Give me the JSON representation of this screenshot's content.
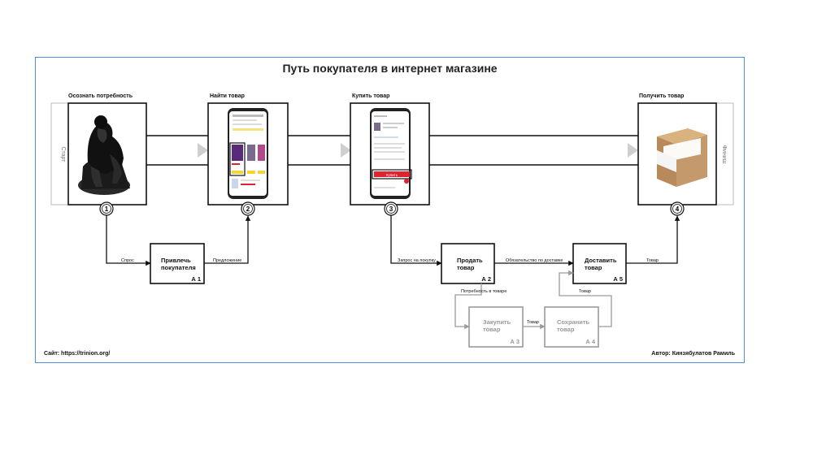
{
  "title": "Путь покупателя в интернет магазине",
  "stages": [
    {
      "label": "Осознать потребность",
      "number": "1"
    },
    {
      "label": "Найти товар",
      "number": "2"
    },
    {
      "label": "Купить товар",
      "number": "3"
    },
    {
      "label": "Получить товар",
      "number": "4"
    }
  ],
  "side_labels": {
    "start": "Старт",
    "finish": "Финиш"
  },
  "buy_button_label": "Купить",
  "functions": [
    {
      "id": "A1",
      "title_line1": "Привлечь",
      "title_line2": "покупателя",
      "code": "А 1"
    },
    {
      "id": "A2",
      "title_line1": "Продать",
      "title_line2": "товар",
      "code": "А 2"
    },
    {
      "id": "A3",
      "title_line1": "Закупить",
      "title_line2": "товар",
      "code": "А 3"
    },
    {
      "id": "A4",
      "title_line1": "Сохранить",
      "title_line2": "товар",
      "code": "А 4"
    },
    {
      "id": "A5",
      "title_line1": "Доставить",
      "title_line2": "товар",
      "code": "А 5"
    }
  ],
  "arrow_labels": {
    "demand": "Спрос",
    "offer": "Предложение",
    "purchase_request": "Запрос на покупку",
    "delivery_obligation": "Обязательство по доставке",
    "product_need": "Потребность в товаре",
    "goods_a3_a4": "Товар",
    "goods_a4_a5": "Товар",
    "goods_a5_out": "Товар"
  },
  "footer": {
    "site": "Сайт: https://trinion.org/",
    "author": "Автор: Кинзябулатов Рамиль"
  },
  "colors": {
    "frame": "#4a90d9",
    "line": "#111111",
    "grey": "#9a9a9a",
    "chevron": "#cfcfcf",
    "buy_button": "#e0242f",
    "box": "#c49a6c"
  }
}
